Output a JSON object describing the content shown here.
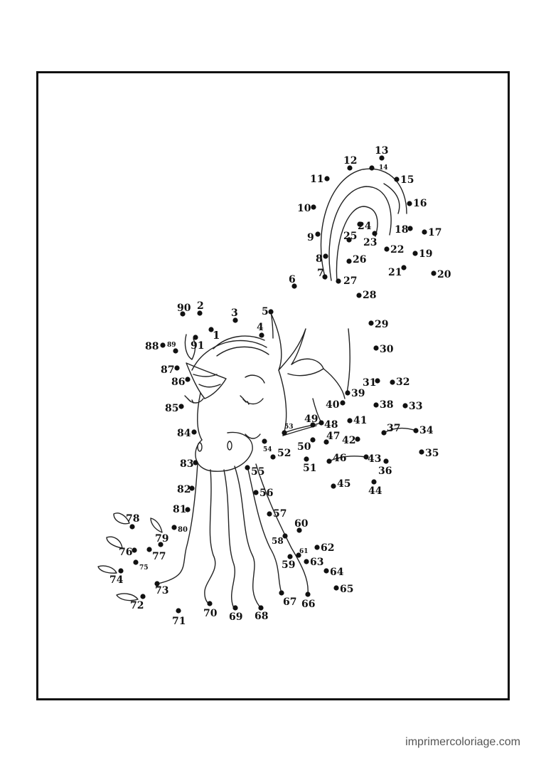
{
  "credit": "imprimercoloriage.com",
  "colors": {
    "ink": "#111111",
    "paper": "#ffffff"
  },
  "points": [
    {
      "n": "1"
    },
    {
      "n": "2"
    },
    {
      "n": "3"
    },
    {
      "n": "4"
    },
    {
      "n": "5"
    },
    {
      "n": "6"
    },
    {
      "n": "7"
    },
    {
      "n": "8"
    },
    {
      "n": "9"
    },
    {
      "n": "10"
    },
    {
      "n": "11"
    },
    {
      "n": "12"
    },
    {
      "n": "13"
    },
    {
      "n": "14"
    },
    {
      "n": "15"
    },
    {
      "n": "16"
    },
    {
      "n": "17"
    },
    {
      "n": "18"
    },
    {
      "n": "19"
    },
    {
      "n": "20"
    },
    {
      "n": "21"
    },
    {
      "n": "22"
    },
    {
      "n": "23"
    },
    {
      "n": "24"
    },
    {
      "n": "25"
    },
    {
      "n": "26"
    },
    {
      "n": "27"
    },
    {
      "n": "28"
    },
    {
      "n": "29"
    },
    {
      "n": "30"
    },
    {
      "n": "31"
    },
    {
      "n": "32"
    },
    {
      "n": "33"
    },
    {
      "n": "34"
    },
    {
      "n": "35"
    },
    {
      "n": "36"
    },
    {
      "n": "37"
    },
    {
      "n": "38"
    },
    {
      "n": "39"
    },
    {
      "n": "40"
    },
    {
      "n": "41"
    },
    {
      "n": "42"
    },
    {
      "n": "43"
    },
    {
      "n": "44"
    },
    {
      "n": "45"
    },
    {
      "n": "46"
    },
    {
      "n": "47"
    },
    {
      "n": "48"
    },
    {
      "n": "49"
    },
    {
      "n": "50"
    },
    {
      "n": "51"
    },
    {
      "n": "52"
    },
    {
      "n": "53"
    },
    {
      "n": "54"
    },
    {
      "n": "55"
    },
    {
      "n": "56"
    },
    {
      "n": "57"
    },
    {
      "n": "58"
    },
    {
      "n": "59"
    },
    {
      "n": "60"
    },
    {
      "n": "61"
    },
    {
      "n": "62"
    },
    {
      "n": "63"
    },
    {
      "n": "64"
    },
    {
      "n": "65"
    },
    {
      "n": "66"
    },
    {
      "n": "67"
    },
    {
      "n": "68"
    },
    {
      "n": "69"
    },
    {
      "n": "70"
    },
    {
      "n": "71"
    },
    {
      "n": "72"
    },
    {
      "n": "73"
    },
    {
      "n": "74"
    },
    {
      "n": "75"
    },
    {
      "n": "76"
    },
    {
      "n": "77"
    },
    {
      "n": "78"
    },
    {
      "n": "79"
    },
    {
      "n": "80"
    },
    {
      "n": "81"
    },
    {
      "n": "82"
    },
    {
      "n": "83"
    },
    {
      "n": "84"
    },
    {
      "n": "85"
    },
    {
      "n": "86"
    },
    {
      "n": "87"
    },
    {
      "n": "88"
    },
    {
      "n": "89"
    },
    {
      "n": "90"
    },
    {
      "n": "91"
    }
  ]
}
